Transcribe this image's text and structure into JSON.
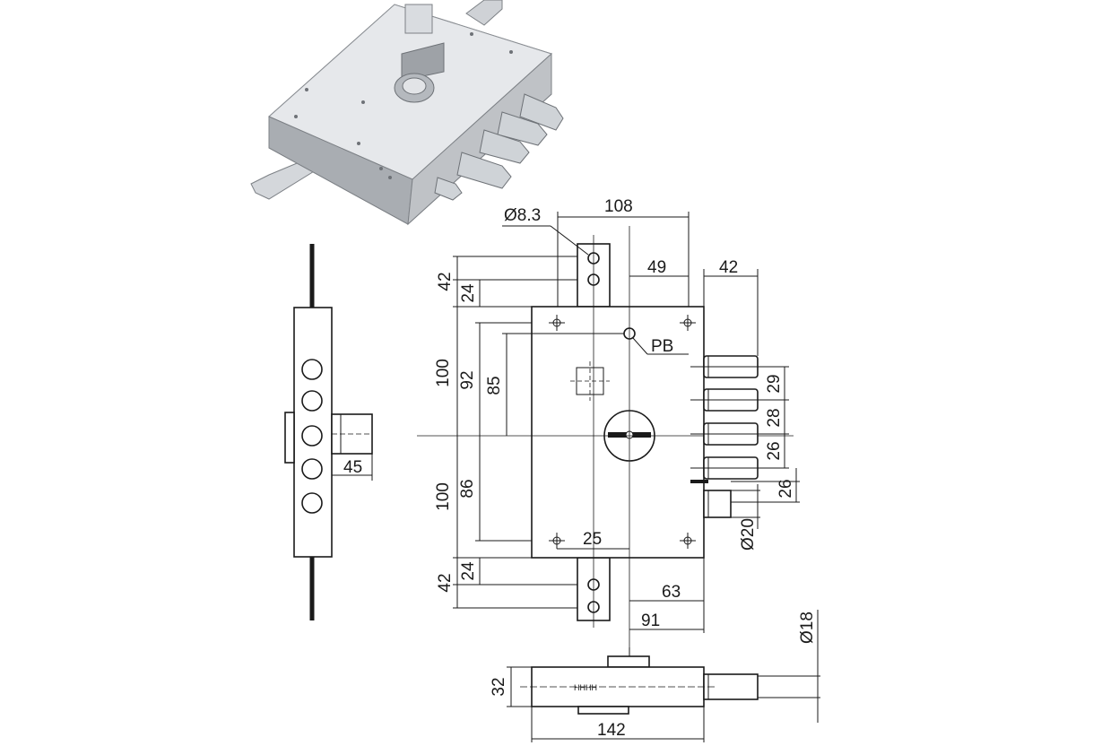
{
  "product_photo": {
    "icon": "lock-photo-icon",
    "description_colors": {
      "metal": "#c9ccd0",
      "shadow": "#8d9196"
    }
  },
  "front_view": {
    "top_width": "108",
    "hole_diameter": "Ø8.3",
    "latch_offset": "49",
    "bolt_projection": "42",
    "top_tab_outer": "42",
    "top_tab_inner": "24",
    "upper_height": "100",
    "upper_92": "92",
    "upper_85": "85",
    "lower_height": "100",
    "lower_86": "86",
    "bottom_tab_inner": "24",
    "bottom_tab_outer": "42",
    "cylinder_offset": "25",
    "backset_63": "63",
    "backset_91": "91",
    "spindle_label": "PB",
    "bolt_pitch_1": "29",
    "bolt_pitch_2": "28",
    "bolt_pitch_3": "26",
    "bolt_pitch_4": "26",
    "latch_diameter": "Ø20"
  },
  "side_view": {
    "projection": "45"
  },
  "bottom_view": {
    "thickness": "32",
    "width": "142",
    "bolt_diameter": "Ø18"
  }
}
